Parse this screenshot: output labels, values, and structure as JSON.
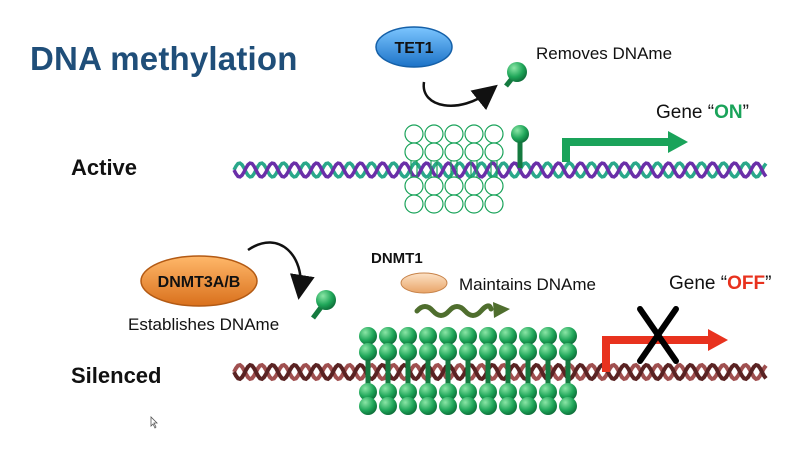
{
  "title": "DNA methylation",
  "states": {
    "active": "Active",
    "silenced": "Silenced"
  },
  "enzymes": {
    "tet1": "TET1",
    "dnmt3ab": "DNMT3A/B",
    "dnmt1": "DNMT1"
  },
  "annotations": {
    "removes": "Removes DNAme",
    "maintains": "Maintains DNAme",
    "establishes": "Establishes DNAme"
  },
  "gene_on": {
    "prefix": "Gene “",
    "word": "ON",
    "suffix": "”"
  },
  "gene_off": {
    "prefix": "Gene “",
    "word": "OFF",
    "suffix": "”"
  },
  "colors": {
    "title": "#1f4e79",
    "tet1": "#2e8fe0",
    "dnmt3ab": "#ec8a2c",
    "dnmt1": "#f5bd8a",
    "methyl_group": "#1aa35a",
    "active_dna_strand_a": "#6a2fa8",
    "active_dna_strand_b": "#2aa88a",
    "silenced_dna_strand_a": "#5a2323",
    "silenced_dna_strand_b": "#a05050",
    "gene_on_arrow": "#1aa35a",
    "gene_off_arrow": "#e8321e",
    "block_x": "#000000"
  },
  "icons": [
    "methyl-group-icon",
    "curved-arrow-icon",
    "wavy-arrow-icon",
    "gene-arrow-icon",
    "block-x-icon"
  ]
}
